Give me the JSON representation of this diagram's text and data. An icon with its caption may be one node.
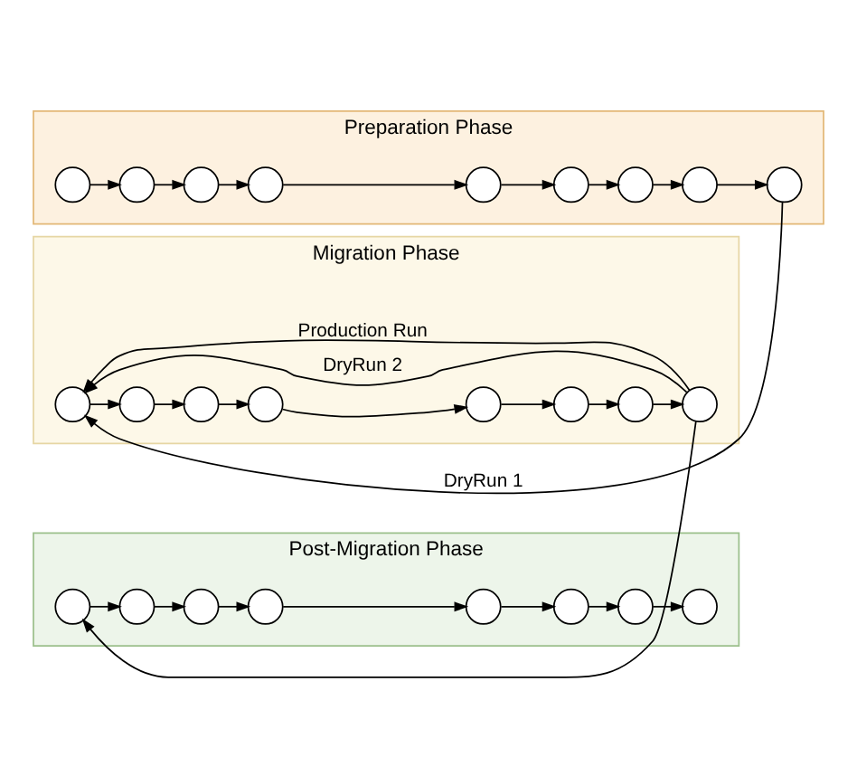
{
  "diagram": {
    "nodes": [
      {
        "text": [
          "Preparation Phase"
        ]
      },
      {
        "text": [],
        "shape": "circle",
        "in": 0
      },
      {
        "text": [],
        "shape": "circle",
        "in": 0
      },
      {
        "text": [],
        "shape": "circle",
        "in": 0
      },
      {
        "text": [],
        "shape": "circle",
        "in": 0
      },
      {
        "text": [],
        "shape": "circle",
        "in": 0
      },
      {
        "text": [],
        "shape": "circle",
        "in": 0
      },
      {
        "text": [],
        "shape": "circle",
        "in": 0
      },
      {
        "text": [],
        "shape": "circle",
        "in": 0
      },
      {
        "text": [],
        "shape": "circle",
        "in": 0
      },
      {
        "text": [
          "Migration Phase"
        ]
      },
      {
        "text": [],
        "shape": "circle",
        "in": 10
      },
      {
        "text": [],
        "shape": "circle",
        "in": 10
      },
      {
        "text": [],
        "shape": "circle",
        "in": 10
      },
      {
        "text": [],
        "shape": "circle",
        "in": 10
      },
      {
        "text": [],
        "shape": "circle",
        "in": 10
      },
      {
        "text": [],
        "shape": "circle",
        "in": 10
      },
      {
        "text": [],
        "shape": "circle",
        "in": 10
      },
      {
        "text": [],
        "shape": "circle",
        "in": 10
      },
      {
        "text": [
          "Post-Migration Phase"
        ]
      },
      {
        "text": [],
        "shape": "circle",
        "in": 19
      },
      {
        "text": [],
        "shape": "circle",
        "in": 19
      },
      {
        "text": [],
        "shape": "circle",
        "in": 19
      },
      {
        "text": [],
        "shape": "circle",
        "in": 19
      },
      {
        "text": [],
        "shape": "circle",
        "in": 19
      },
      {
        "text": [],
        "shape": "circle",
        "in": 19
      },
      {
        "text": [],
        "shape": "circle",
        "in": 19
      },
      {
        "text": [],
        "shape": "circle",
        "in": 19
      }
    ],
    "edges": [
      {
        "from": 1,
        "to": 2,
        "arrow": "to"
      },
      {
        "from": 2,
        "to": 3,
        "arrow": "to"
      },
      {
        "from": 3,
        "to": 4,
        "arrow": "to"
      },
      {
        "from": 4,
        "to": 5,
        "arrow": "to"
      },
      {
        "from": 5,
        "to": 6,
        "arrow": "to"
      },
      {
        "from": 6,
        "to": 7,
        "arrow": "to"
      },
      {
        "from": 7,
        "to": 8,
        "arrow": "to"
      },
      {
        "from": 8,
        "to": 9,
        "arrow": "to"
      },
      {
        "from": 9,
        "to": 11,
        "arrow": "to",
        "label": "DryRun 1"
      },
      {
        "from": 11,
        "to": 12,
        "arrow": "to"
      },
      {
        "from": 12,
        "to": 13,
        "arrow": "to"
      },
      {
        "from": 13,
        "to": 14,
        "arrow": "to"
      },
      {
        "from": 14,
        "to": 15,
        "arrow": "to"
      },
      {
        "from": 15,
        "to": 16,
        "arrow": "to"
      },
      {
        "from": 16,
        "to": 17,
        "arrow": "to"
      },
      {
        "from": 17,
        "to": 18,
        "arrow": "to"
      },
      {
        "from": 18,
        "to": 11,
        "arrow": "to",
        "label": "DryRun 2"
      },
      {
        "from": 18,
        "to": 11,
        "arrow": "to",
        "label": "Production Run"
      },
      {
        "from": 18,
        "to": 20,
        "arrow": "to"
      },
      {
        "from": 20,
        "to": 21,
        "arrow": "to"
      },
      {
        "from": 21,
        "to": 22,
        "arrow": "to"
      },
      {
        "from": 22,
        "to": 23,
        "arrow": "to"
      },
      {
        "from": 23,
        "to": 24,
        "arrow": "to"
      },
      {
        "from": 24,
        "to": 25,
        "arrow": "to"
      },
      {
        "from": 25,
        "to": 26,
        "arrow": "to"
      },
      {
        "from": 26,
        "to": 27,
        "arrow": "to"
      }
    ]
  }
}
